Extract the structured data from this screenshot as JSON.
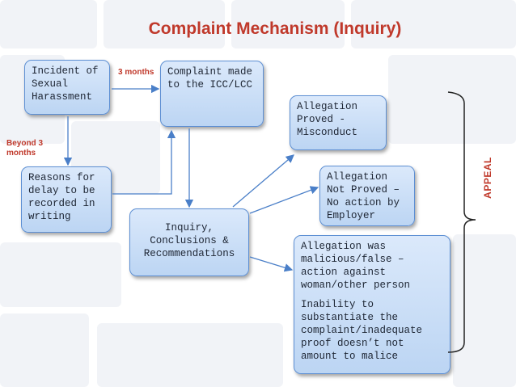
{
  "title": "Complaint Mechanism (Inquiry)",
  "nodes": {
    "incident": "Incident of Sexual Harassment",
    "complaint": "Complaint made to the ICC/LCC",
    "delay": "Reasons for delay to be recorded in writing",
    "inquiry": "Inquiry, Conclusions & Recommendations",
    "proved": "Allegation Proved - Misconduct",
    "not_proved": "Allegation Not Proved – No action by Employer",
    "malicious": "Allegation was malicious/false – action against woman/other person",
    "inability": "Inability to substantiate the complaint/inadequate proof doesn’t not amount to malice"
  },
  "labels": {
    "three_months": "3 months",
    "beyond_3_months": "Beyond 3 months",
    "appeal": "APPEAL"
  },
  "colors": {
    "title": "#c0392b",
    "box_border": "#5d8fd3",
    "box_fill": "#cfe1f8",
    "arrow": "#4a7fc8"
  }
}
